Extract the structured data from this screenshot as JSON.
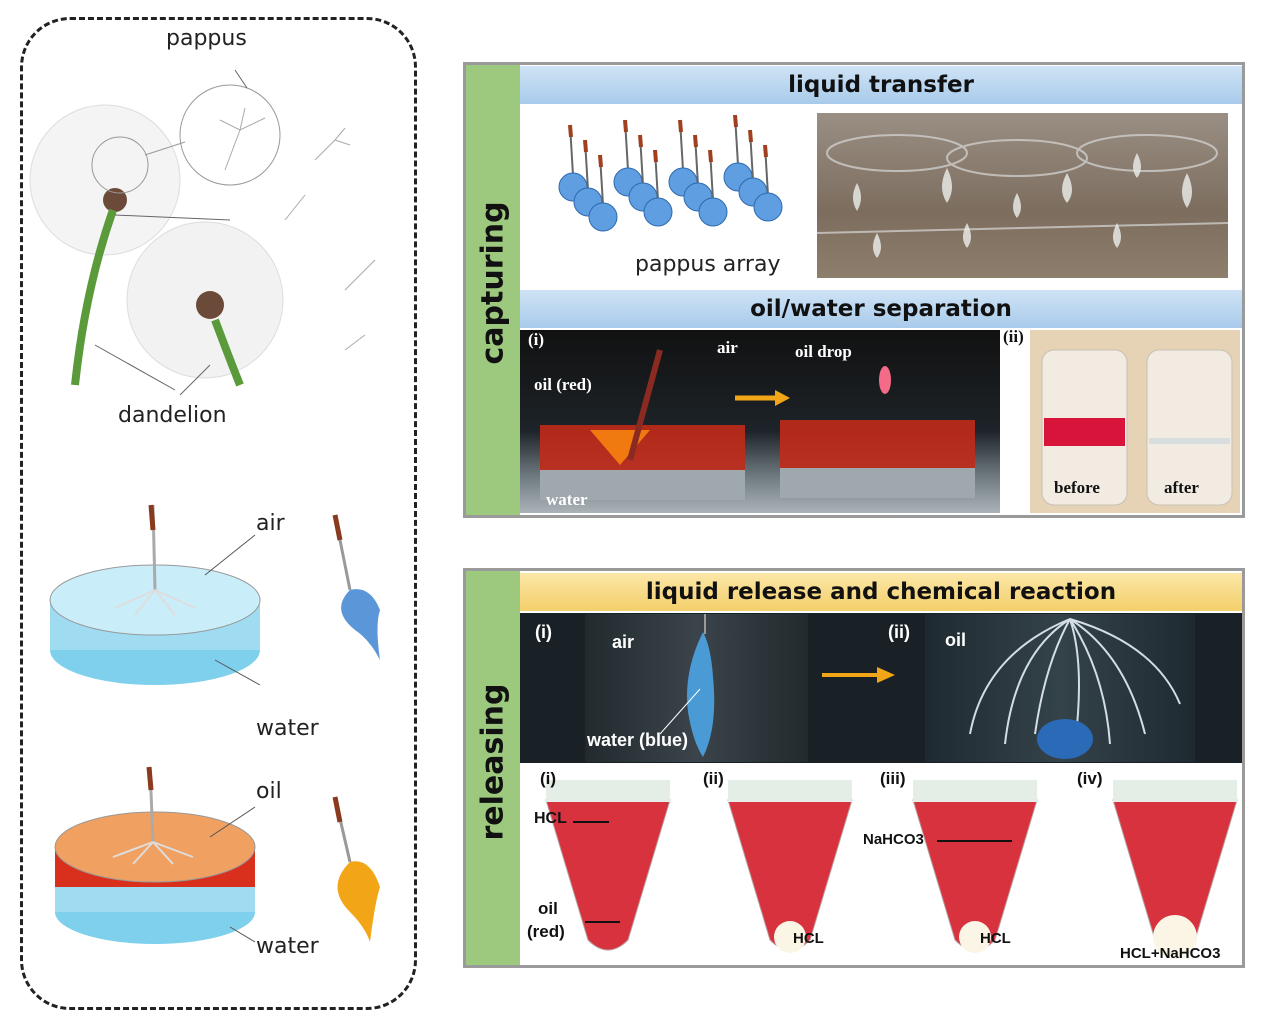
{
  "left_panel": {
    "pappus_label": "pappus",
    "dandelion_label": "dandelion",
    "air_label": "air",
    "water_label_1": "water",
    "oil_label": "oil",
    "water_label_2": "water"
  },
  "capturing": {
    "side_label": "capturing",
    "liquid_transfer": {
      "title": "liquid transfer",
      "pappus_array_label": "pappus array"
    },
    "oil_water": {
      "title": "oil/water separation",
      "panel_i": "(i)",
      "air": "air",
      "oil_red": "oil (red)",
      "oil_drop": "oil drop",
      "water": "water",
      "panel_ii": "(ii)",
      "before": "before",
      "after": "after"
    }
  },
  "releasing": {
    "side_label": "releasing",
    "title": "liquid release and chemical reaction",
    "photo_i": {
      "tag": "(i)",
      "air": "air",
      "water_blue": "water (blue)"
    },
    "photo_ii": {
      "tag": "(ii)",
      "oil": "oil"
    },
    "tubes": [
      {
        "tag": "(i)",
        "labels": [
          "HCL",
          "oil",
          "(red)"
        ]
      },
      {
        "tag": "(ii)",
        "labels": [
          "HCL"
        ]
      },
      {
        "tag": "(iii)",
        "labels": [
          "NaHCO3",
          "HCL"
        ]
      },
      {
        "tag": "(iv)",
        "labels": [
          "HCL+NaHCO3"
        ]
      }
    ]
  },
  "colors": {
    "capture_strip": "#9cc97e",
    "header_blue": "#b8d4ee",
    "header_yellow": "#f6d77e",
    "arrow": "#f2a516",
    "oil_red": "#d42a1e",
    "water_blue": "#6fc3e6"
  }
}
